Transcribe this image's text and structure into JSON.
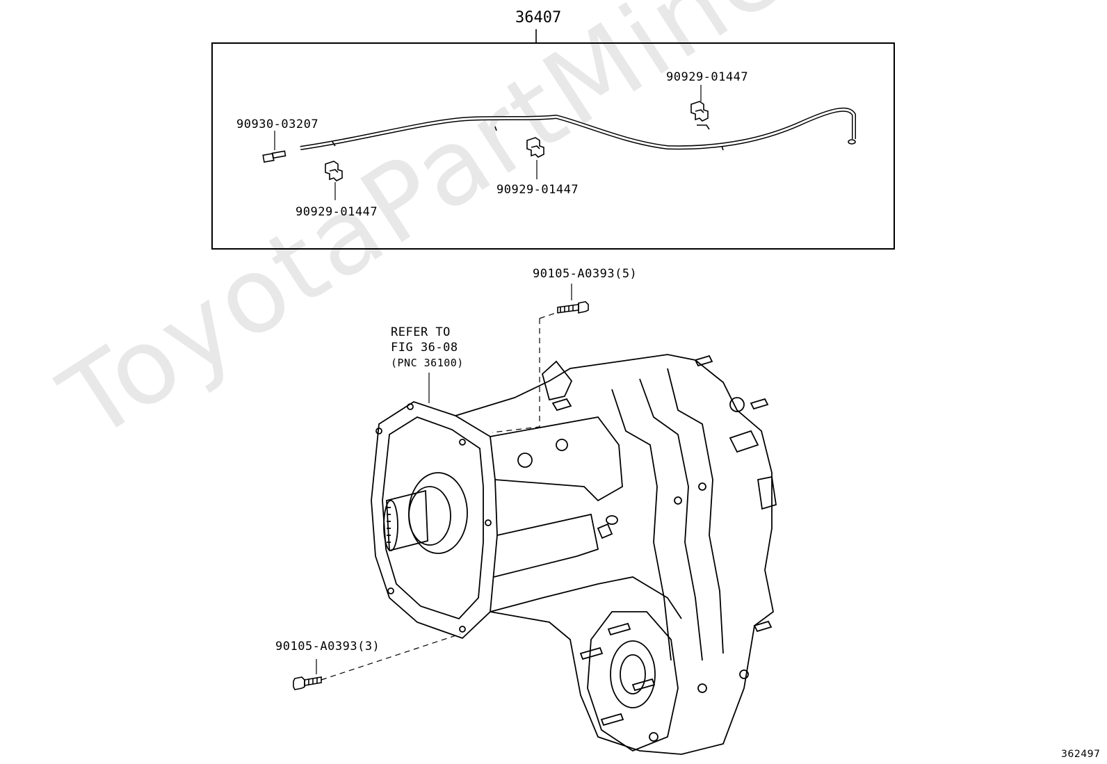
{
  "diagram": {
    "assembly_number": "36407",
    "watermark": "ToyotaPartMine.ru",
    "figure_id": "362497",
    "callouts": {
      "plug_90930": "90930-03207",
      "clamp_left": "90929-01447",
      "clamp_middle": "90929-01447",
      "clamp_right": "90929-01447",
      "bolt_top": "90105-A0393(5)",
      "bolt_bottom": "90105-A0393(3)"
    },
    "reference_note": {
      "line1": "REFER TO",
      "line2": "FIG 36-08",
      "line3": "(PNC 36100)"
    }
  }
}
